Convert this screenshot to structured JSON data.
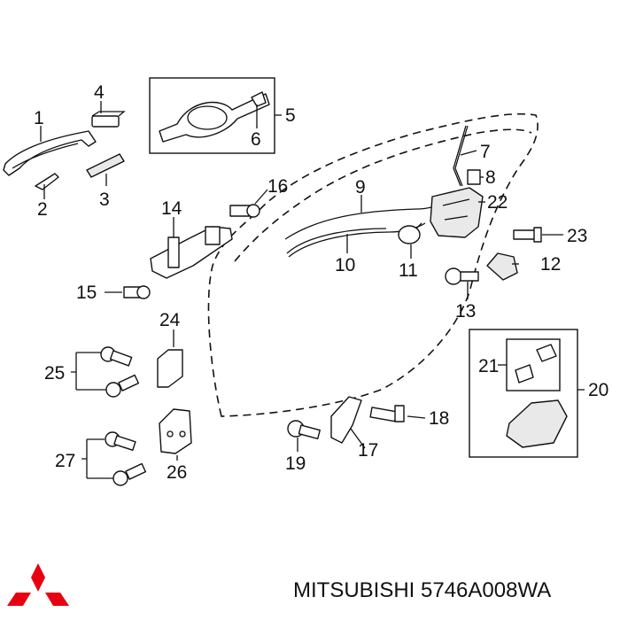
{
  "callouts": [
    {
      "id": "1",
      "text": "1"
    },
    {
      "id": "2",
      "text": "2"
    },
    {
      "id": "3",
      "text": "3"
    },
    {
      "id": "4",
      "text": "4"
    },
    {
      "id": "5",
      "text": "5"
    },
    {
      "id": "6",
      "text": "6"
    },
    {
      "id": "7",
      "text": "7"
    },
    {
      "id": "8",
      "text": "8"
    },
    {
      "id": "9",
      "text": "9"
    },
    {
      "id": "10",
      "text": "10"
    },
    {
      "id": "11",
      "text": "11"
    },
    {
      "id": "12",
      "text": "12"
    },
    {
      "id": "13",
      "text": "13"
    },
    {
      "id": "14",
      "text": "14"
    },
    {
      "id": "15",
      "text": "15"
    },
    {
      "id": "16",
      "text": "16"
    },
    {
      "id": "17",
      "text": "17"
    },
    {
      "id": "18",
      "text": "18"
    },
    {
      "id": "19",
      "text": "19"
    },
    {
      "id": "20",
      "text": "20"
    },
    {
      "id": "21",
      "text": "21"
    },
    {
      "id": "22",
      "text": "22"
    },
    {
      "id": "23",
      "text": "23"
    },
    {
      "id": "24",
      "text": "24"
    },
    {
      "id": "25",
      "text": "25"
    },
    {
      "id": "26",
      "text": "26"
    },
    {
      "id": "27",
      "text": "27"
    }
  ],
  "caption": "MITSUBISHI 5746A008WA",
  "logo": {
    "color": "#e60012",
    "icon": "mitsubishi-three-diamonds-logo"
  }
}
